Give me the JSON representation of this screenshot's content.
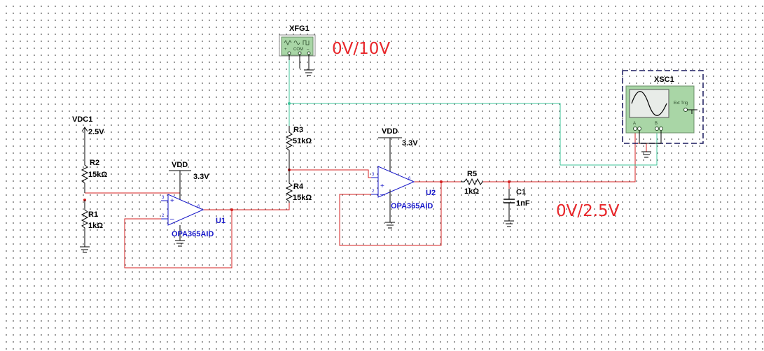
{
  "colors": {
    "wire_red": "#d42020",
    "wire_green": "#3cc49a",
    "component_black": "#000000",
    "opamp_blue": "#1515c8",
    "annotation_red": "#e8262a",
    "instrument_green": "#a9d6a6"
  },
  "components": {
    "vdc1": {
      "ref": "VDC1",
      "value": "2.5V"
    },
    "r1": {
      "ref": "R1",
      "value": "1kΩ"
    },
    "r2": {
      "ref": "R2",
      "value": "15kΩ"
    },
    "r3": {
      "ref": "R3",
      "value": "51kΩ"
    },
    "r4": {
      "ref": "R4",
      "value": "15kΩ"
    },
    "r5": {
      "ref": "R5",
      "value": "1kΩ"
    },
    "c1": {
      "ref": "C1",
      "value": "1nF"
    },
    "u1": {
      "ref": "U1",
      "part": "OPA365AID",
      "supply_label": "VDD",
      "supply_value": "3.3V"
    },
    "u2": {
      "ref": "U2",
      "part": "OPA365AID",
      "supply_label": "VDD",
      "supply_value": "3.3V"
    },
    "xfg1": {
      "ref": "XFG1",
      "com_label": "COM"
    },
    "xsc1": {
      "ref": "XSC1",
      "ext_trig_label": "Ext Trig",
      "channel_a": "A",
      "channel_b": "B"
    }
  },
  "annotations": {
    "input_range": "0V/10V",
    "output_range": "0V/2.5V"
  },
  "icons": [
    "ground-icon",
    "vdc-arrow-icon",
    "sine-wave-icon",
    "square-wave-icon",
    "triangle-wave-icon"
  ]
}
